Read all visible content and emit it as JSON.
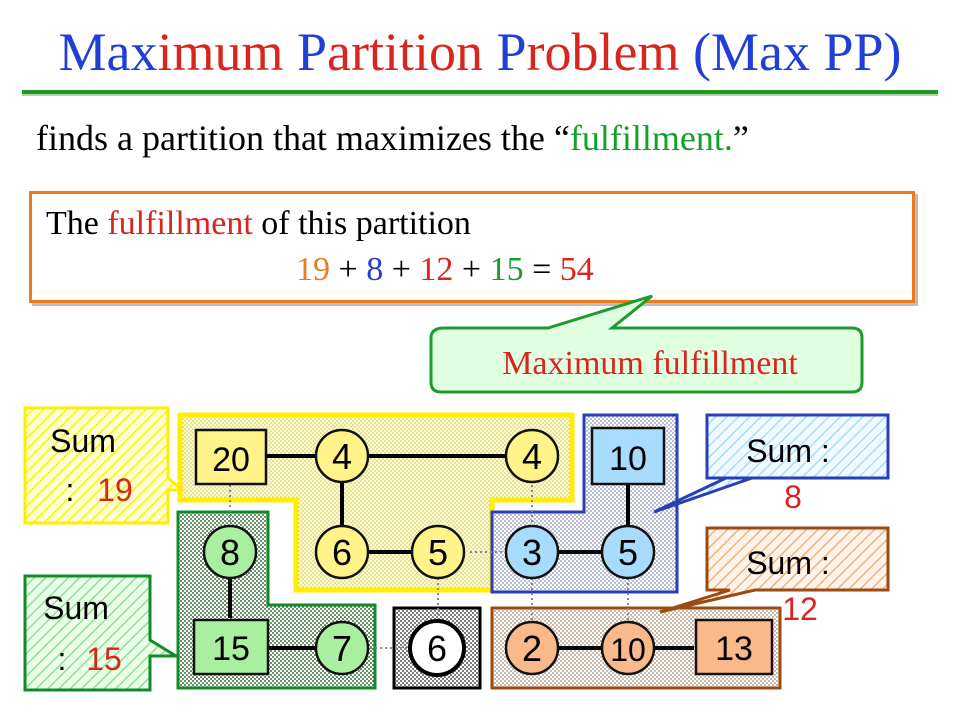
{
  "title": {
    "segments": [
      {
        "text": "Max",
        "color": "#1f3fd6"
      },
      {
        "text": "imum ",
        "color": "#d8261e"
      },
      {
        "text": "P",
        "color": "#1f3fd6"
      },
      {
        "text": "artition ",
        "color": "#d8261e"
      },
      {
        "text": "P",
        "color": "#1f3fd6"
      },
      {
        "text": "roblem",
        "color": "#d8261e"
      },
      {
        "text": " (Max PP)",
        "color": "#1f3fd6"
      }
    ]
  },
  "subtitle": {
    "before": "finds a partition that maximizes the “",
    "highlight": "fulfillment.",
    "after": "”"
  },
  "fulfillment_box": {
    "prefix": "The ",
    "keyword": "fulfillment",
    "suffix": " of this partition",
    "terms": [
      {
        "text": "19",
        "color": "#e67e22"
      },
      {
        "text": "8",
        "color": "#1f3fd6"
      },
      {
        "text": "12",
        "color": "#d8261e"
      },
      {
        "text": "15",
        "color": "#12a12a"
      }
    ],
    "plus": " + ",
    "equals": " = ",
    "total": "54",
    "total_color": "#d8261e"
  },
  "callout_max": {
    "label": "Maximum fulfillment"
  },
  "nodes": [
    {
      "id": "n20",
      "value": "20",
      "shape": "square"
    },
    {
      "id": "n4a",
      "value": "4",
      "shape": "circle"
    },
    {
      "id": "n4b",
      "value": "4",
      "shape": "circle"
    },
    {
      "id": "n10a",
      "value": "10",
      "shape": "square"
    },
    {
      "id": "n8",
      "value": "8",
      "shape": "circle"
    },
    {
      "id": "n6a",
      "value": "6",
      "shape": "circle"
    },
    {
      "id": "n5a",
      "value": "5",
      "shape": "circle"
    },
    {
      "id": "n3",
      "value": "3",
      "shape": "circle"
    },
    {
      "id": "n5b",
      "value": "5",
      "shape": "circle"
    },
    {
      "id": "n15",
      "value": "15",
      "shape": "square"
    },
    {
      "id": "n7",
      "value": "7",
      "shape": "circle"
    },
    {
      "id": "n6b",
      "value": "6",
      "shape": "circle"
    },
    {
      "id": "n2",
      "value": "2",
      "shape": "circle"
    },
    {
      "id": "n10b",
      "value": "10",
      "shape": "circle"
    },
    {
      "id": "n13",
      "value": "13",
      "shape": "square"
    }
  ],
  "sum_labels": {
    "yellow": {
      "label": "Sum",
      "sep": ":",
      "value": "19"
    },
    "blue": {
      "label": "Sum :",
      "value": "8"
    },
    "orange": {
      "label": "Sum :",
      "value": "12"
    },
    "green": {
      "label": "Sum",
      "sep": ":",
      "value": "15"
    }
  },
  "colors": {
    "title_blue": "#1f3fd6",
    "title_red": "#d8261e",
    "accent_green": "#12a12a",
    "box_orange": "#ef7a1d",
    "yellow_fill": "#fff55a",
    "yellow_border": "#ffee00",
    "green_fill": "#8fe08f",
    "green_border": "#138a2a",
    "blue_fill": "#8fd4ff",
    "blue_border": "#2a3fb5",
    "orange_fill": "#f6b07a",
    "orange_border": "#9a4a12",
    "node_yellow": "#fff38a",
    "node_green": "#a8f0a0",
    "node_blue": "#a8dcff",
    "node_orange": "#f9b98a"
  }
}
